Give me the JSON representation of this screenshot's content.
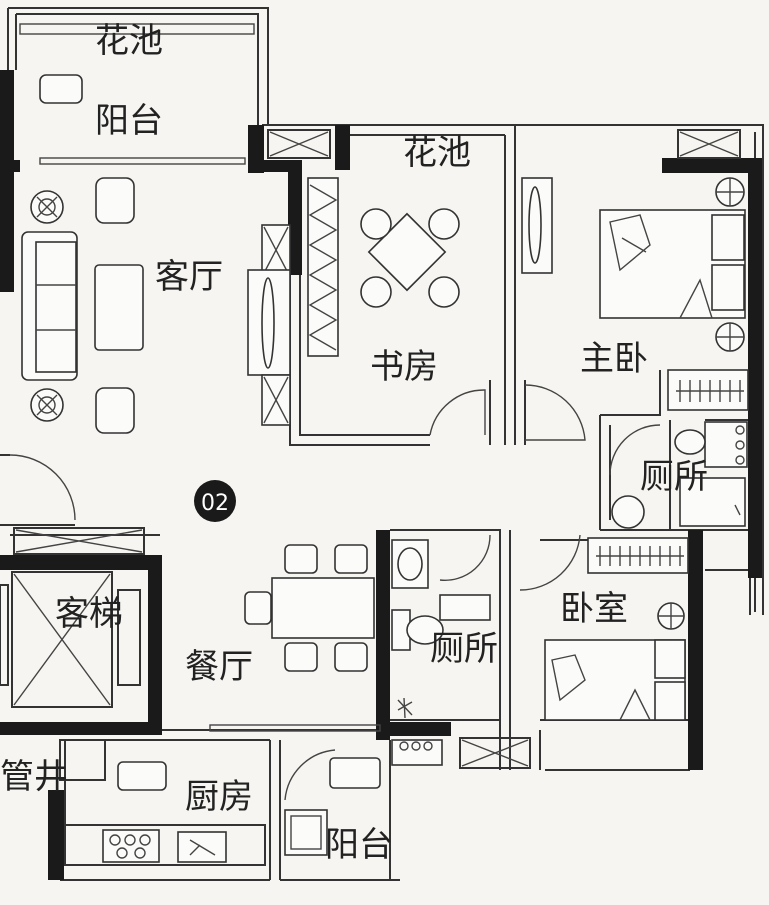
{
  "unit_badge": "02",
  "rooms": {
    "planter_top": "花池",
    "balcony_top": "阳台",
    "planter_mid": "花池",
    "living_room": "客厅",
    "study": "书房",
    "master_bedroom": "主卧",
    "toilet_master": "厕所",
    "elevator": "客梯",
    "dining_room": "餐厅",
    "toilet_common": "厕所",
    "bedroom": "卧室",
    "shaft": "管井",
    "kitchen": "厨房",
    "balcony_kitchen": "阳台"
  }
}
